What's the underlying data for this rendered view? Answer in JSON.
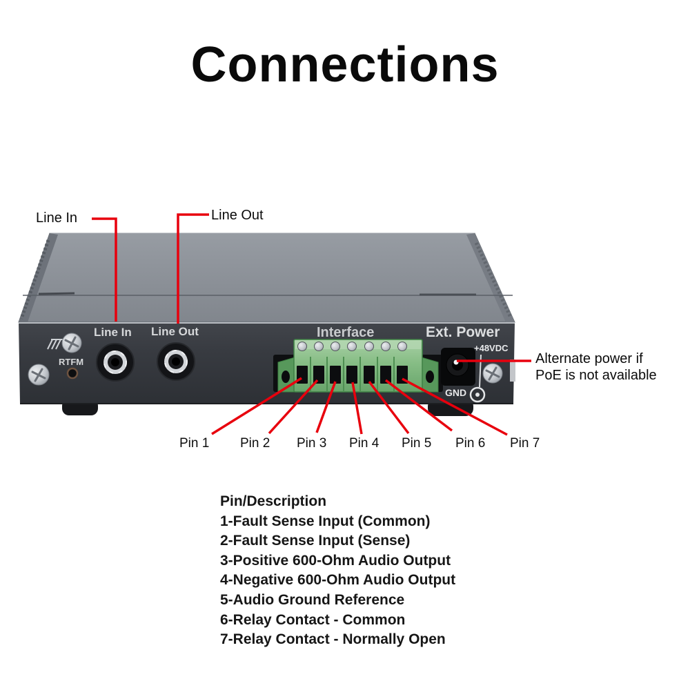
{
  "title": "Connections",
  "colors": {
    "annotation_red": "#e8000d",
    "device_top_gray": "#8b9097",
    "device_front_gray": "#36393e",
    "terminal_green": "#86bd85",
    "panel_label_gray": "#d6d8da",
    "description_text": "#161616"
  },
  "callouts": {
    "line_in": "Line In",
    "line_out": "Line Out",
    "alternate_power": [
      "Alternate power if",
      "PoE is not available"
    ]
  },
  "device_panel": {
    "line_in": "Line In",
    "line_out": "Line Out",
    "rtfm": "RTFM",
    "interface": "Interface",
    "ext_power": "Ext. Power",
    "voltage": "+48VDC",
    "gnd": "GND"
  },
  "pin_labels": [
    "Pin 1",
    "Pin 2",
    "Pin 3",
    "Pin 4",
    "Pin 5",
    "Pin 6",
    "Pin 7"
  ],
  "description": {
    "heading": "Pin/Description",
    "lines": [
      "1-Fault Sense Input (Common)",
      "2-Fault Sense Input (Sense)",
      "3-Positive 600-Ohm Audio Output",
      "4-Negative 600-Ohm Audio Output",
      "5-Audio Ground Reference",
      "6-Relay Contact - Common",
      "7-Relay Contact - Normally Open"
    ]
  }
}
